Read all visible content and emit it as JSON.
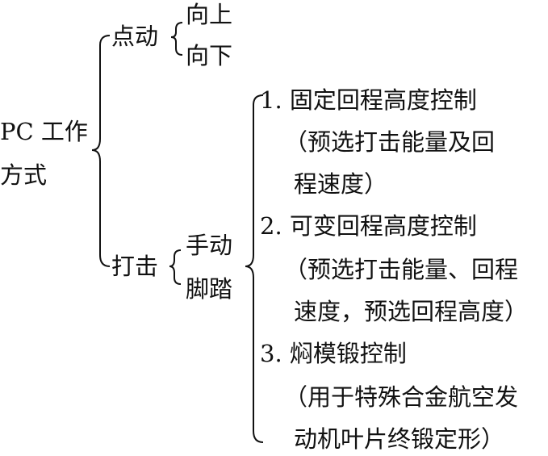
{
  "root": {
    "line1": "PC 工作",
    "line2": "方式"
  },
  "jog": {
    "label": "点动",
    "items": [
      "向上",
      "向下"
    ]
  },
  "strike": {
    "label": "打击",
    "items": [
      "手动",
      "脚踏"
    ]
  },
  "modes": [
    {
      "title": "1. 固定回程高度控制",
      "lines": [
        "（预选打击能量及回",
        "程速度）"
      ]
    },
    {
      "title": "2. 可变回程高度控制",
      "lines": [
        "（预选打击能量、回程",
        "速度，预选回程高度）"
      ]
    },
    {
      "title": "3. 焖模锻控制",
      "lines": [
        "（用于特殊合金航空发",
        "动机叶片终锻定形）"
      ]
    }
  ],
  "colors": {
    "text": "#111111",
    "background": "#ffffff"
  }
}
